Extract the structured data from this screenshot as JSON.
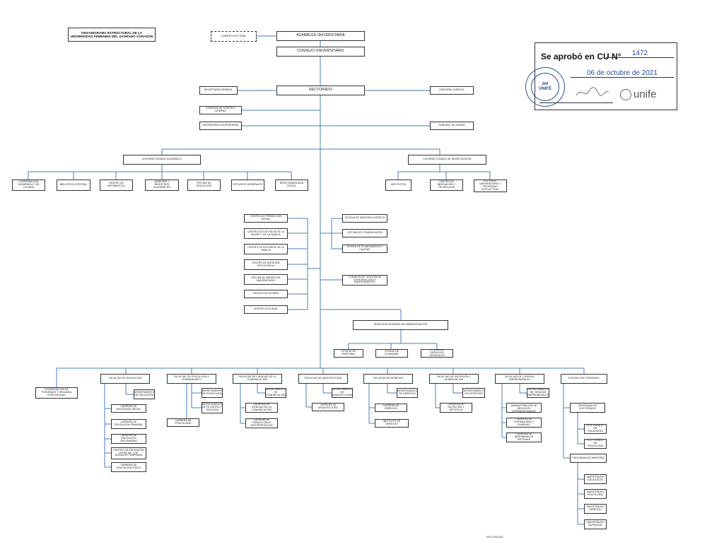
{
  "title": {
    "line1": "ORGANIGRAMA ESTRUCTURAL DE LA",
    "line2": "UNIVERSIDAD FEMENINA DEL SAGRADO CORAZÓN"
  },
  "approval": {
    "label": "Se aprobó en CU N°",
    "cu_number": "1472",
    "date": "06 de octubre de 2021",
    "seal_text": "del",
    "seal_brand": "UNIFÉ",
    "logo_text": "unife"
  },
  "top": {
    "comite": "COMITÉ ELECTORAL",
    "asamblea": "ASAMBLEA UNIVERSITARIA",
    "consejo": "CONSEJO UNIVERSITARIO",
    "rectorado": "RECTORADO",
    "secretaria_general": "SECRETARÍA GENERAL",
    "asesoria_legal": "ASESORÍA JURÍDICA",
    "oficina_control": "COMISIÓN DE CONTROL INTERNO",
    "defensoria": "DEFENSORÍA UNIVERSITARIA",
    "tribunal": "TRIBUNAL DE HONOR"
  },
  "vra": {
    "label": "VICERRECTORADO ACADÉMICO",
    "children": [
      "COORDINACIÓN ACADÉMICA Y DE CALIDAD",
      "BIBLIOTECA CENTRAL",
      "CENTRO DE INFORMÁTICA",
      "ADMISIÓN Y REGISTROS ACADÉMICOS",
      "OFICINA DE EDUCACIÓN",
      "ESTUDIOS GENERALES",
      "RESPONSABILIDAD SOCIAL"
    ]
  },
  "vri": {
    "label": "VICERRECTORADO DE INVESTIGACIÓN",
    "children": [
      "INSTITUTOS",
      "CENTRO DE INNOVACIÓN Y TECNOLOGÍA",
      "EDITORIAL UNIVERSITARIA Y PROPIEDAD INTELECTUAL"
    ]
  },
  "centros_left": [
    "CENTRO DE PROMOCIÓN SOCIAL",
    "CENTRO DE ESTUDIOS DE LA MUJER Y DE LA FAMILIA",
    "CENTRO DE ESTUDIOS DE LA FAMILIA",
    "CENTRO DE ASESORÍA PSICOLÓGICA",
    "OFICINA DE BIENESTAR UNIVERSITARIO",
    "CENTRO DE IDIOMAS",
    "CENTRO CULTURAL"
  ],
  "oficinas_right": [
    "OFICINA DE ASESORÍA JURÍDICA",
    "OFICINA DE COMUNICACIÓN",
    "OFICINA DE PLANEAMIENTO Y CALIDAD"
  ],
  "comision_right": "COMISIÓN DE GESTIÓN DE CONSTRUCCIÓN Y MANTENIMIENTO",
  "dga": {
    "label": "DIRECCIÓN GENERAL DE ADMINISTRACIÓN",
    "children": [
      "OFICINA DE PERSONAL",
      "OFICINA DE ECONOMÍA",
      "OFICINA DE SERVICIOS GENERALES"
    ]
  },
  "facultades": {
    "coord": "COORDINACIÓN DE POSGRADO Y SEGUNDA ESPECIALIDAD",
    "f1": {
      "label": "FACULTAD DE EDUCACIÓN",
      "dept": "DEPARTAMENTO DE EDUCACIÓN",
      "progs": [
        "CARRERA DE EDUCACIÓN INICIAL",
        "CARRERA DE EDUCACIÓN PRIMARIA",
        "CARRERA DE EDUCACIÓN SECUNDARIA",
        "CENTRO DE EDUCACIÓN ESPECIAL Y DE ATENCIÓN TEMPRANA",
        "CARRERA DE EDUCACIÓN FÍSICA"
      ]
    },
    "f2": {
      "label": "FACULTAD DE PSICOLOGÍA Y HUMANIDADES",
      "dept1": "DEPARTAMENTO DE PSICOLOGÍA",
      "dept2": "DEPARTAMENTO DE FILOSOFÍA Y TEOLOGÍA",
      "progs": [
        "CARRERA DE PSICOLOGÍA"
      ]
    },
    "f3": {
      "label": "FACULTAD DE CIENCIAS DE LA COMUNICACIÓN",
      "dept": "DEPARTAMENTO DE COMUNICACIÓN",
      "progs": [
        "CARRERA DE CIENCIAS DE LA COMUNICACIÓN",
        "CARRERA DE TRADUCCIÓN E INTERPRETACIÓN"
      ]
    },
    "f4": {
      "label": "FACULTAD DE ARQUITECTURA",
      "dept": "DEPARTAMENTO DE ARQUITECTURA",
      "progs": [
        "CARRERA DE ARQUITECTURA"
      ]
    },
    "f5": {
      "label": "FACULTAD DE DERECHO",
      "dept": "DEPARTAMENTO DE DERECHO",
      "progs": [
        "CARRERA DE DERECHO",
        "INSTITUTO DE DERECHO"
      ]
    },
    "f6": {
      "label": "FACULTAD DE NUTRICIÓN Y ALIMENTACIÓN",
      "dept": "DEPARTAMENTO DE NUTRICIÓN",
      "progs": [
        "CARRERA DE NUTRICIÓN Y DIETÉTICA"
      ]
    },
    "f7": {
      "label": "FACULTAD DE CIENCIAS EMPRESARIALES",
      "dept": "DEPARTAMENTO DE CIENCIAS EMPRESARIALES",
      "progs": [
        "CARRERA DE ADMINISTRACIÓN DE NEGOCIOS INTERNACIONALES",
        "CARRERA DE CONTABILIDAD Y FINANZAS",
        "CARRERA DE INGENIERÍA DE SISTEMAS"
      ]
    },
    "f8": {
      "label": "ESCUELA DE POSGRADO",
      "p1": "PROGRAMA DE DOCTORADO",
      "p1c": [
        "DOCTORADO EN EDUCACIÓN",
        "DOCTORADO EN PSICOLOGÍA"
      ],
      "p2": "PROGRAMA DE MAESTRÍA",
      "p2c": [
        "MAESTRÍA EN EDUCACIÓN",
        "MAESTRÍA EN PSICOLOGÍA",
        "MAESTRÍA EN DERECHO",
        "MAESTRÍA EN NUTRICIÓN"
      ]
    }
  },
  "footer": "EPU-09/2021",
  "colors": {
    "line": "#4a7ebb",
    "box_border": "#333333",
    "stamp_blue": "#2a4e9c"
  }
}
